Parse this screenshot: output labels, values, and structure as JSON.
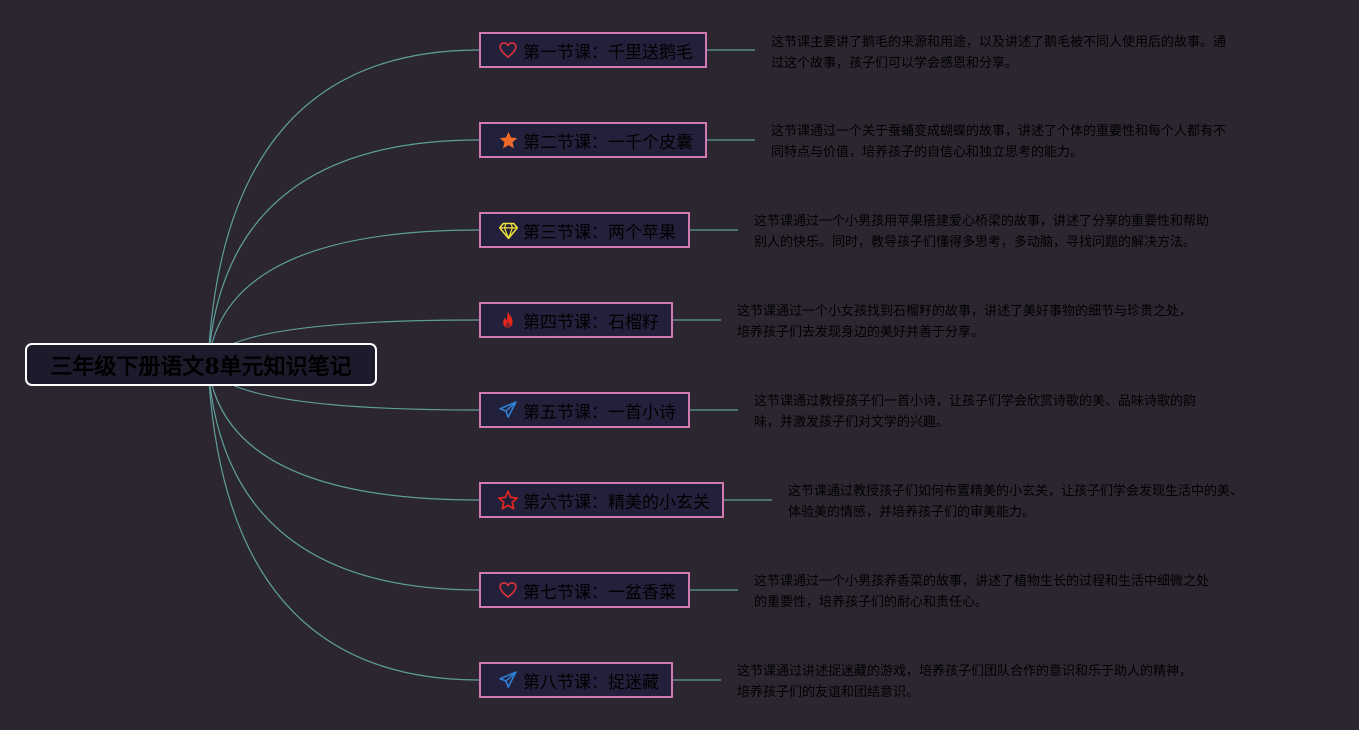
{
  "root": {
    "title": "三年级下册语文8单元知识笔记"
  },
  "colors": {
    "background": "#2c2631",
    "connector": "#5e9e9a",
    "topic_border": "#cf7ab0",
    "topic_fill": "#22203a",
    "root_fill": "#1e1a2c",
    "root_border": "#ffffff"
  },
  "lessons": [
    {
      "title": "第一节课：千里送鹅毛",
      "icon": "heart-icon",
      "icon_color": "#d9323c",
      "desc": [
        "这节课主要讲了鹅毛的来源和用途，以及讲述了鹅毛被不同人使用后的故事。通",
        "过这个故事，孩子们可以学会感恩和分享。"
      ]
    },
    {
      "title": "第二节课：一千个皮囊",
      "icon": "star-filled-icon",
      "icon_color": "#f06a2a",
      "desc": [
        "这节课通过一个关于蚕蛹变成蝴蝶的故事，讲述了个体的重要性和每个人都有不",
        "同特点与价值，培养孩子的自信心和独立思考的能力。"
      ]
    },
    {
      "title": "第三节课：两个苹果",
      "icon": "diamond-icon",
      "icon_color": "#f2e23c",
      "desc": [
        "这节课通过一个小男孩用苹果搭建爱心桥梁的故事，讲述了分享的重要性和帮助",
        "别人的快乐。同时，教导孩子们懂得多思考，多动脑，寻找问题的解决方法。"
      ]
    },
    {
      "title": "第四节课：石榴籽",
      "icon": "fire-icon",
      "icon_color": "#e6271f",
      "desc": [
        "这节课通过一个小女孩找到石榴籽的故事，讲述了美好事物的细节与珍贵之处，",
        "培养孩子们去发现身边的美好并善于分享。"
      ]
    },
    {
      "title": "第五节课：一首小诗",
      "icon": "paper-plane-icon",
      "icon_color": "#2f7fd6",
      "desc": [
        "这节课通过教授孩子们一首小诗，让孩子们学会欣赏诗歌的美、品味诗歌的韵",
        "味，并激发孩子们对文学的兴趣。"
      ]
    },
    {
      "title": "第六节课：精美的小玄关",
      "icon": "star-outline-icon",
      "icon_color": "#e6271f",
      "desc": [
        "这节课通过教授孩子们如何布置精美的小玄关，让孩子们学会发现生活中的美、",
        "体验美的情感，并培养孩子们的审美能力。"
      ]
    },
    {
      "title": "第七节课：一盆香菜",
      "icon": "heart-icon",
      "icon_color": "#d9323c",
      "desc": [
        "这节课通过一个小男孩养香菜的故事，讲述了植物生长的过程和生活中细微之处",
        "的重要性，培养孩子们的耐心和责任心。"
      ]
    },
    {
      "title": "第八节课：捉迷藏",
      "icon": "paper-plane-icon",
      "icon_color": "#2f7fd6",
      "desc": [
        "这节课通过讲述捉迷藏的游戏，培养孩子们团队合作的意识和乐于助人的精神，",
        "培养孩子们的友谊和团结意识。"
      ]
    }
  ]
}
